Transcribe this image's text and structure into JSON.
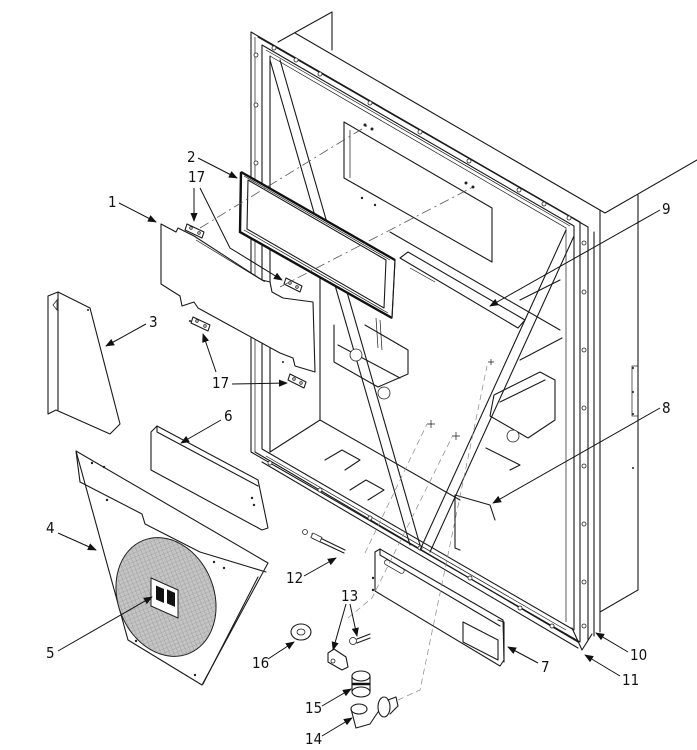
{
  "figure": {
    "type": "exploded-parts-diagram",
    "subject": "Unit front frame assembly with panels, grille, drain fittings and mounting hardware"
  },
  "callouts": [
    {
      "id": "c1",
      "label": "1",
      "part": "upper-panel"
    },
    {
      "id": "c2",
      "label": "2",
      "part": "gasketed-frame"
    },
    {
      "id": "c3",
      "label": "3",
      "part": "side-bracket"
    },
    {
      "id": "c4",
      "label": "4",
      "part": "front-panel"
    },
    {
      "id": "c5",
      "label": "5",
      "part": "grille-logo"
    },
    {
      "id": "c6",
      "label": "6",
      "part": "cover-plate"
    },
    {
      "id": "c7",
      "label": "7",
      "part": "lower-rail-panel"
    },
    {
      "id": "c8",
      "label": "8",
      "part": "lower-support"
    },
    {
      "id": "c9",
      "label": "9",
      "part": "upper-crossmember"
    },
    {
      "id": "c10",
      "label": "10",
      "part": "housing-side"
    },
    {
      "id": "c11",
      "label": "11",
      "part": "frame-corner"
    },
    {
      "id": "c12",
      "label": "12",
      "part": "stud"
    },
    {
      "id": "c13",
      "label": "13",
      "part": "clip-and-screw"
    },
    {
      "id": "c14",
      "label": "14",
      "part": "elbow-fitting"
    },
    {
      "id": "c15",
      "label": "15",
      "part": "drain-cap"
    },
    {
      "id": "c16",
      "label": "16",
      "part": "grommet"
    },
    {
      "id": "c17a",
      "label": "17",
      "part": "spacer-upper"
    },
    {
      "id": "c17b",
      "label": "17",
      "part": "spacer-lower"
    }
  ],
  "colors": {
    "line": "#1a1a1a",
    "background": "#ffffff",
    "grille": "#b8b8b8"
  }
}
